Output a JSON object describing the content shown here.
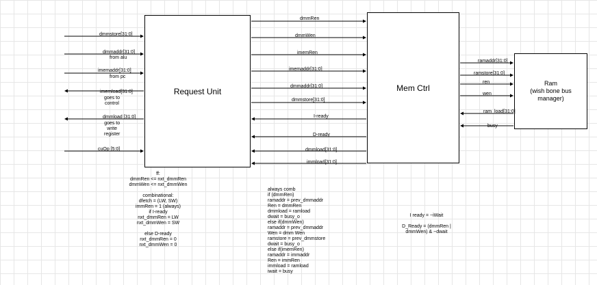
{
  "blocks": {
    "request_unit": "Request Unit",
    "mem_ctrl": "Mem Ctrl",
    "ram": "Ram\n(wish bone bus\nmanager)"
  },
  "left_signals": [
    {
      "label": "dmmstore[31:0]",
      "sub": ""
    },
    {
      "label": "dmmaddr[31:0]",
      "sub": "from alu"
    },
    {
      "label": "imemaddr[31:0]",
      "sub": "from pc"
    },
    {
      "label": "imemload[31:0]",
      "sub": "goes to\ncontrol"
    },
    {
      "label": "dmmload [31:0]",
      "sub": "goes to\nwrite\nregister"
    },
    {
      "label": "cuOp [5:0]",
      "sub": ""
    }
  ],
  "mid_signals": [
    "dmmRen",
    "dmmWen",
    "imemRen",
    "imemaddr[31:0]",
    "dmmaddr[31:0]",
    "dmmstore[31:0]",
    "I-ready",
    "D-ready",
    "dmmload[31:0]",
    "immload[31:0]"
  ],
  "right_signals": [
    "ramaddr[31:0]",
    "ramstore[31:0]",
    "ren",
    "wen",
    "ram_load[31:0]",
    "busy"
  ],
  "notes": {
    "ff": "ff:\ndmmRen <= nxt_dmmRen\ndmmWen <= nxt_dmmWen\n\ncombinational:\ndfetch = (LW, SW)\nimmRen = 1 (always)\nif I-ready\nnxt_dmmRen = LW\nnxt_dmmWen = SW\n\nelse D-ready\nnxt_dmmRen = 0\nnxt_dmmWen = 0",
    "comb": "always comb\nif (dmmRen)\nramaddr = prev_dmmaddr\nRen = dmmRen\ndmmload = ramload\ndwait = busy_o\nelse if(dmmWen)\nramaddr = prev_dmmaddr\nWen = dmm Wen\nramstore = prev_dmmstore\ndwait = busy_o\nelse if(imemRen)\nramaddr = immaddr\nRen = immRen\nimmload = ramload\niwait = busy",
    "ready": "I ready = ~iWait\n\nD_Ready = (dmmRen |\ndmmWen) & ~dwait"
  },
  "colors": {
    "line": "#000000",
    "grid": "#e6e6e6"
  }
}
